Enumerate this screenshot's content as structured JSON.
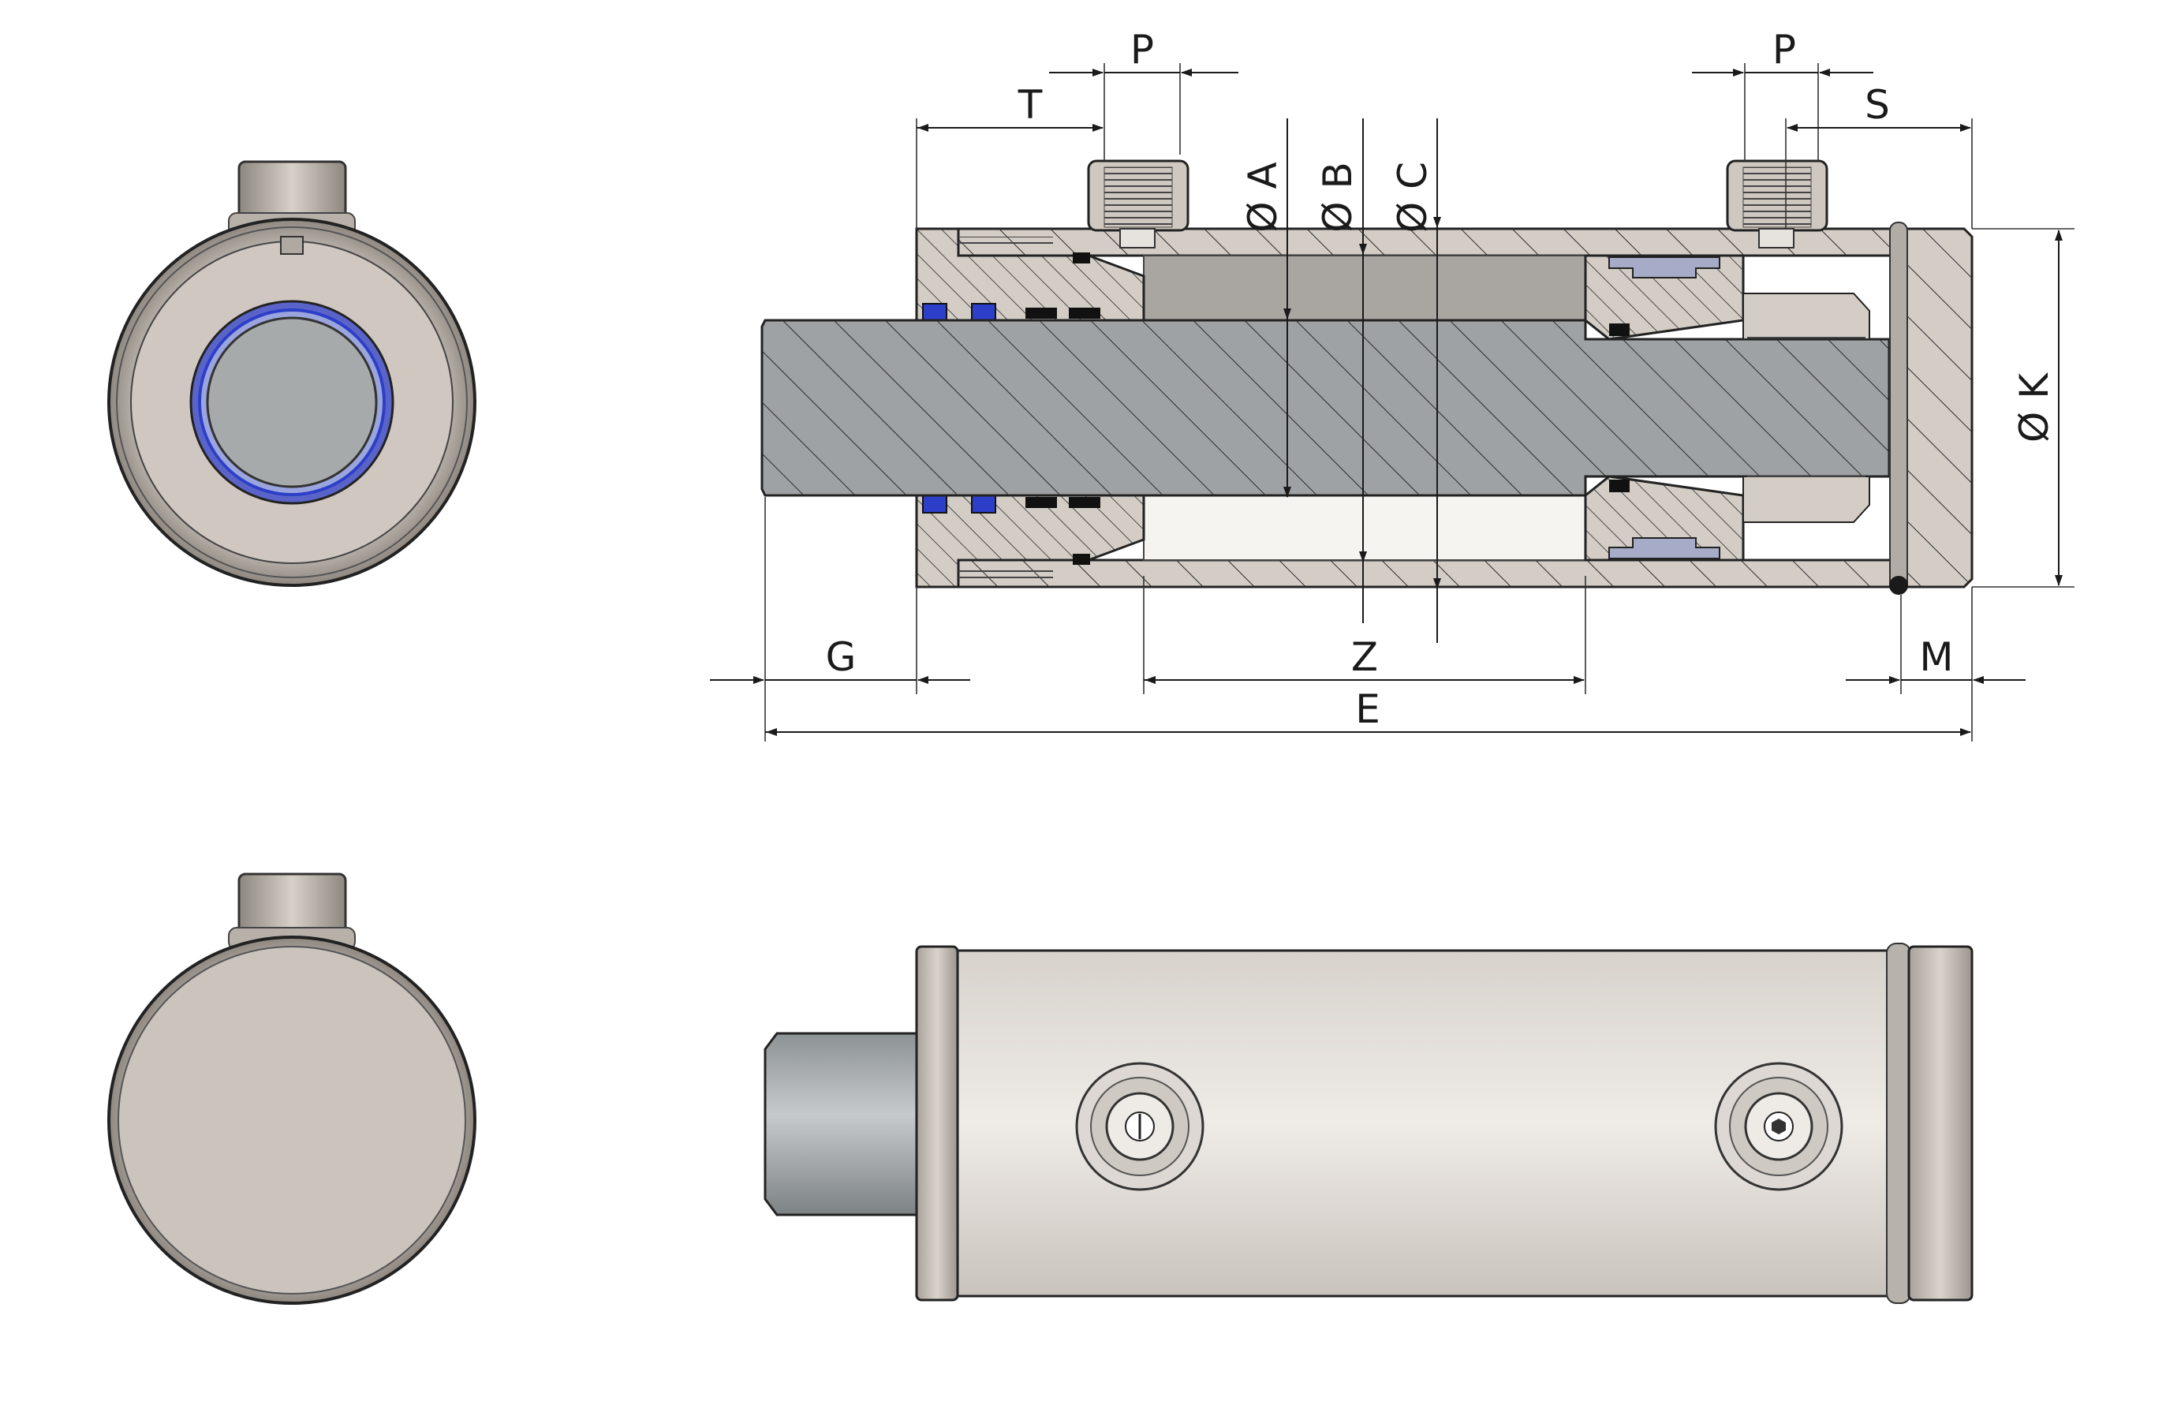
{
  "colors": {
    "background": "#ffffff",
    "body_steel": "#cfc8c0",
    "body_dark": "#8e8780",
    "rod_steel": "#9da1a3",
    "bore": "#a8a6a2",
    "seal_blue": "#2d3fc9",
    "ink": "#1a1a1a",
    "hatch": "#2a2a2a"
  },
  "views": {
    "end_view_top": {
      "name": "front end view (rod side)"
    },
    "section_view": {
      "name": "longitudinal section"
    },
    "end_view_bottom": {
      "name": "rear end view"
    },
    "side_view": {
      "name": "exterior side view"
    }
  },
  "dimensions": {
    "T": "T",
    "P_left": "P",
    "P_right": "P",
    "S": "S",
    "A": "A",
    "B": "B",
    "C": "C",
    "K": "K",
    "G": "G",
    "Z": "Z",
    "M": "M",
    "E": "E",
    "diameter_symbol": "Ø"
  },
  "icons": {
    "port_left": "hex-port-icon",
    "port_right": "hex-port-icon"
  }
}
